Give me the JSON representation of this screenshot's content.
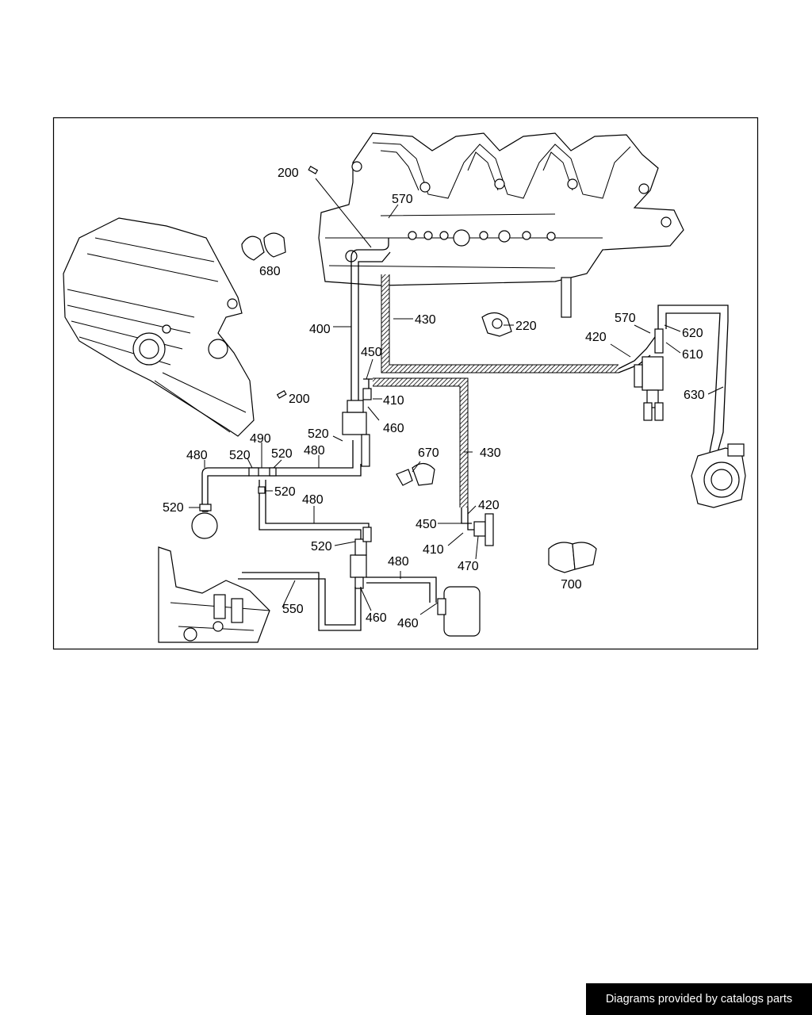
{
  "callouts": {
    "c200a": "200",
    "c200b": "200",
    "c570a": "570",
    "c570b": "570",
    "c680": "680",
    "c400": "400",
    "c430a": "430",
    "c430b": "430",
    "c220": "220",
    "c420a": "420",
    "c420b": "420",
    "c620": "620",
    "c610": "610",
    "c630": "630",
    "c450a": "450",
    "c450b": "450",
    "c410a": "410",
    "c410b": "410",
    "c460a": "460",
    "c460b": "460",
    "c460c": "460",
    "c520a": "520",
    "c520b": "520",
    "c520c": "520",
    "c520d": "520",
    "c520e": "520",
    "c520f": "520",
    "c490": "490",
    "c480a": "480",
    "c480b": "480",
    "c480c": "480",
    "c480d": "480",
    "c670": "670",
    "c470": "470",
    "c700": "700",
    "c550": "550"
  },
  "footer": {
    "text": "Diagrams provided by catalogs parts"
  }
}
